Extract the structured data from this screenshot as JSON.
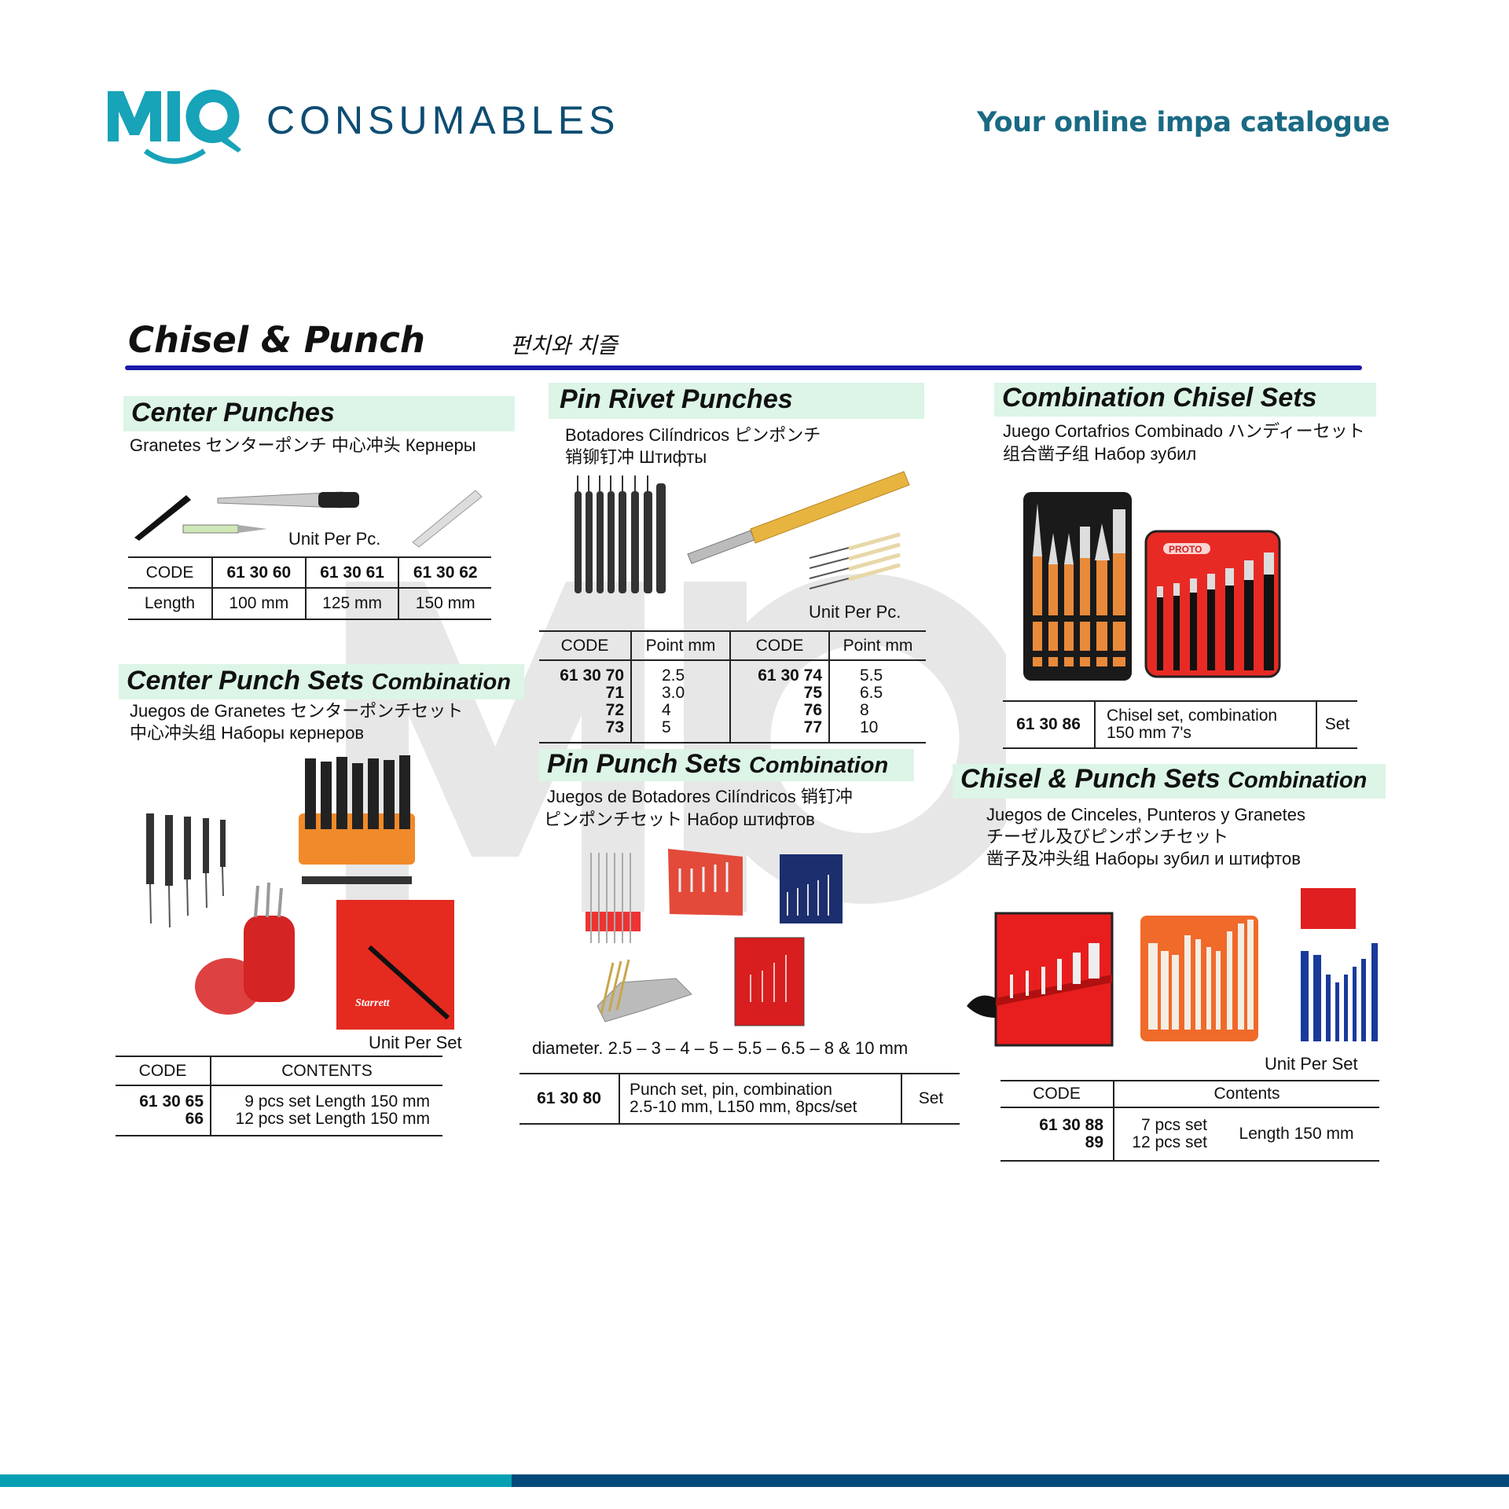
{
  "header": {
    "logo_text": "MIQ",
    "brand": "CONSUMABLES",
    "tagline": "Your online impa catalogue",
    "colors": {
      "teal": "#17a3b8",
      "navy": "#0d4d73",
      "rule": "#1a1aa8",
      "band": "#dcf5e6"
    }
  },
  "page": {
    "title": "Chisel & Punch",
    "title_korean": "펀치와 치즐",
    "watermark": "MIQ"
  },
  "center_punches": {
    "title": "Center Punches",
    "subtitle": "Granetes  センターポンチ 中心冲头  Кернеры",
    "unit": "Unit Per Pc.",
    "table": {
      "rows": [
        [
          "CODE",
          "61 30 60",
          "61 30 61",
          "61 30 62"
        ],
        [
          "Length",
          "100 mm",
          "125 mm",
          "150 mm"
        ]
      ]
    }
  },
  "center_punch_sets": {
    "title": "Center Punch Sets",
    "title_suffix": "Combination",
    "subtitle_1": "Juegos de Granetes センターポンチセット",
    "subtitle_2": "中心冲头组 Наборы кернеров",
    "unit": "Unit Per Set",
    "table": {
      "headers": [
        "CODE",
        "CONTENTS"
      ],
      "codes": "61 30 65\n66",
      "contents": "9 pcs set Length 150 mm\n12 pcs set Length 150 mm"
    }
  },
  "pin_rivet_punches": {
    "title": "Pin Rivet Punches",
    "subtitle_1": "Botadores Cilíndricos ピンポンチ",
    "subtitle_2": "销铆钉冲 Штифты",
    "unit": "Unit Per Pc.",
    "table": {
      "headers": [
        "CODE",
        "Point mm",
        "CODE",
        "Point mm"
      ],
      "codes_1": "61 30 70\n71\n72\n73",
      "points_1": "2.5\n3.0\n4\n5",
      "codes_2": "61 30 74\n75\n76\n77",
      "points_2": "5.5\n6.5\n8\n10"
    }
  },
  "pin_punch_sets": {
    "title": "Pin Punch Sets",
    "title_suffix": "Combination",
    "subtitle_1": "Juegos de Botadores Cilíndricos  销钉冲",
    "subtitle_2": "ピンポンチセット Набор штифтов",
    "diameter_note": "diameter. 2.5 – 3 – 4 – 5 – 5.5 – 6.5 – 8 & 10 mm",
    "table": {
      "code": "61 30 80",
      "description": "Punch set, pin, combination\n2.5-10 mm, L150 mm, 8pcs/set",
      "unit": "Set"
    }
  },
  "combination_chisel_sets": {
    "title": "Combination Chisel Sets",
    "subtitle_1": "Juego Cortafrios Combinado  ハンディーセット",
    "subtitle_2": "组合凿子组  Набор зубил",
    "image_label": "PROTO",
    "table": {
      "code": "61 30 86",
      "description": "Chisel set, combination\n150 mm 7's",
      "unit": "Set"
    }
  },
  "chisel_punch_sets": {
    "title": "Chisel & Punch Sets",
    "title_suffix": "Combination",
    "subtitle_1": "Juegos de Cinceles, Punteros y Granetes",
    "subtitle_2": "チーゼル及びピンポンチセット",
    "subtitle_3": "凿子及冲头组  Наборы зубил и штифтов",
    "unit": "Unit Per Set",
    "table": {
      "headers": [
        "CODE",
        "Contents"
      ],
      "codes": "61 30 88\n89",
      "pcs": "7 pcs set\n12 pcs set",
      "length": "Length 150 mm"
    }
  }
}
